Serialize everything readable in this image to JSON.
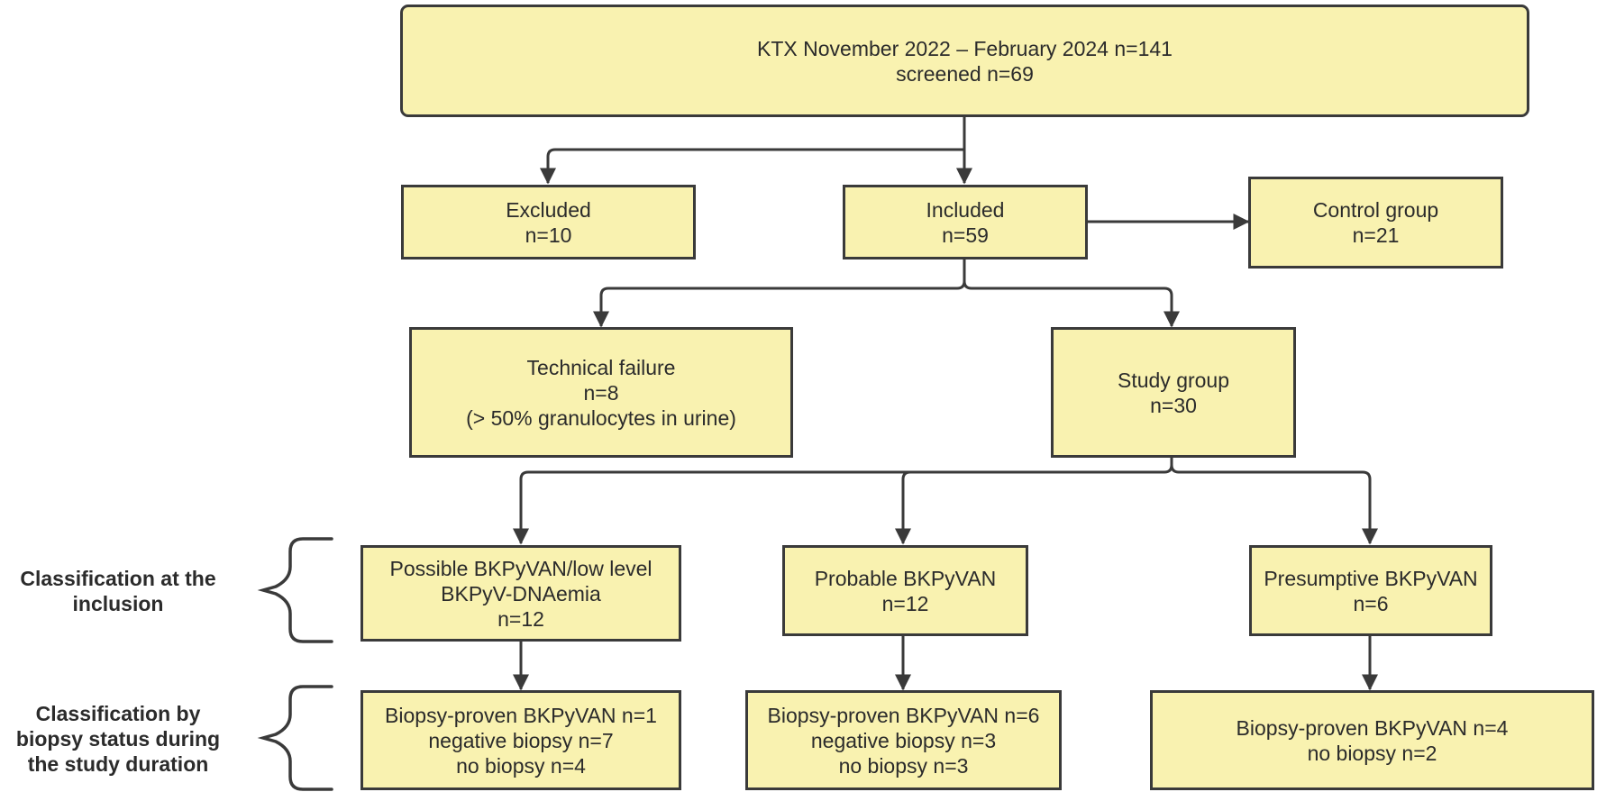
{
  "top": {
    "line1": "KTX November 2022 – February 2024 n=141",
    "line2": "screened n=69"
  },
  "excluded": {
    "label": "Excluded",
    "count": "n=10"
  },
  "included": {
    "label": "Included",
    "count": "n=59"
  },
  "control": {
    "label": "Control group",
    "count": "n=21"
  },
  "technical": {
    "label": "Technical failure",
    "count": "n=8",
    "note": "(> 50% granulocytes in urine)"
  },
  "study": {
    "label": "Study group",
    "count": "n=30"
  },
  "possible": {
    "line1": "Possible BKPyVAN/low level",
    "line2": "BKPyV-DNAemia",
    "count": "n=12"
  },
  "probable": {
    "label": "Probable BKPyVAN",
    "count": "n=12"
  },
  "presumptive": {
    "label": "Presumptive BKPyVAN",
    "count": "n=6"
  },
  "possible_biopsy": {
    "line1": "Biopsy-proven BKPyVAN n=1",
    "line2": "negative biopsy n=7",
    "line3": "no biopsy n=4"
  },
  "probable_biopsy": {
    "line1": "Biopsy-proven BKPyVAN n=6",
    "line2": "negative biopsy n=3",
    "line3": "no biopsy n=3"
  },
  "presumptive_biopsy": {
    "line1": "Biopsy-proven BKPyVAN n=4",
    "line2": "no biopsy n=2"
  },
  "labels": {
    "classification_inclusion": {
      "line1": "Classification at the",
      "line2": "inclusion"
    },
    "classification_biopsy": {
      "line1": "Classification by",
      "line2": "biopsy status during",
      "line3": "the study duration"
    }
  },
  "colors": {
    "box_fill": "#f9f2b0",
    "stroke": "#3a3a3a",
    "text": "#2b2b2b"
  }
}
